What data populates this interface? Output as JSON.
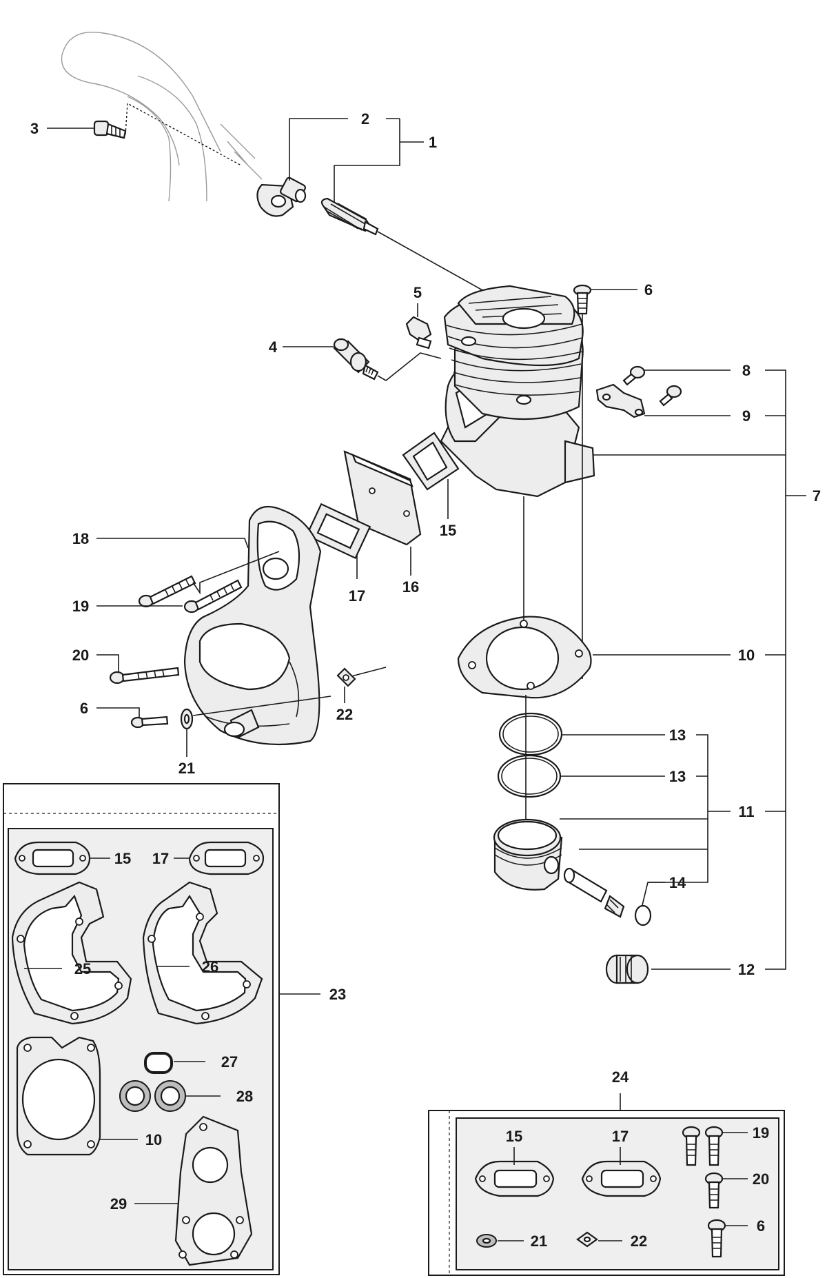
{
  "callouts": [
    {
      "id": "c1",
      "text": "1"
    },
    {
      "id": "c2",
      "text": "2"
    },
    {
      "id": "c3",
      "text": "3"
    },
    {
      "id": "c4",
      "text": "4"
    },
    {
      "id": "c5",
      "text": "5"
    },
    {
      "id": "c6a",
      "text": "6"
    },
    {
      "id": "c6b",
      "text": "6"
    },
    {
      "id": "c6c",
      "text": "6"
    },
    {
      "id": "c7",
      "text": "7"
    },
    {
      "id": "c8",
      "text": "8"
    },
    {
      "id": "c9",
      "text": "9"
    },
    {
      "id": "c10a",
      "text": "10"
    },
    {
      "id": "c10b",
      "text": "10"
    },
    {
      "id": "c11",
      "text": "11"
    },
    {
      "id": "c12",
      "text": "12"
    },
    {
      "id": "c13a",
      "text": "13"
    },
    {
      "id": "c13b",
      "text": "13"
    },
    {
      "id": "c14",
      "text": "14"
    },
    {
      "id": "c15a",
      "text": "15"
    },
    {
      "id": "c15b",
      "text": "15"
    },
    {
      "id": "c15c",
      "text": "15"
    },
    {
      "id": "c16",
      "text": "16"
    },
    {
      "id": "c17a",
      "text": "17"
    },
    {
      "id": "c17b",
      "text": "17"
    },
    {
      "id": "c17c",
      "text": "17"
    },
    {
      "id": "c18",
      "text": "18"
    },
    {
      "id": "c19a",
      "text": "19"
    },
    {
      "id": "c19b",
      "text": "19"
    },
    {
      "id": "c20a",
      "text": "20"
    },
    {
      "id": "c20b",
      "text": "20"
    },
    {
      "id": "c21a",
      "text": "21"
    },
    {
      "id": "c21b",
      "text": "21"
    },
    {
      "id": "c22a",
      "text": "22"
    },
    {
      "id": "c22b",
      "text": "22"
    },
    {
      "id": "c23",
      "text": "23"
    },
    {
      "id": "c24",
      "text": "24"
    },
    {
      "id": "c25",
      "text": "25"
    },
    {
      "id": "c26",
      "text": "26"
    },
    {
      "id": "c27",
      "text": "27"
    },
    {
      "id": "c28",
      "text": "28"
    },
    {
      "id": "c29",
      "text": "29"
    }
  ]
}
